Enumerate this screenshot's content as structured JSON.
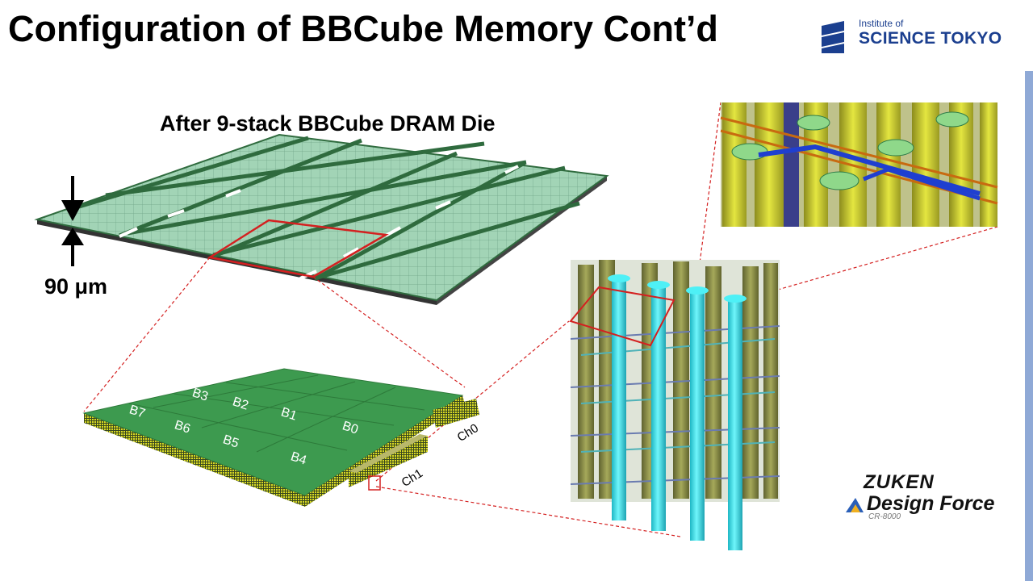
{
  "slide": {
    "title": "Configuration of BBCube Memory Cont’d",
    "logo_line1": "Institute of",
    "logo_line2": "SCIENCE TOKYO",
    "die_label": "After 9-stack BBCube DRAM Die",
    "thickness_label": "90 μm",
    "banks": [
      "B0",
      "B1",
      "B2",
      "B3",
      "B4",
      "B5",
      "B6",
      "B7"
    ],
    "channels": [
      "Ch0",
      "Ch1"
    ],
    "vendor_logo": "ZUKEN",
    "product_name": "Design Force",
    "product_sub": "CR-8000"
  },
  "colors": {
    "die_fill": "#9fd1b2",
    "die_border": "#2f6b3e",
    "highlight": "#d42020",
    "via": "#38e6ee",
    "wire_blue": "#1f3fd0",
    "wire_orange": "#c86a10",
    "logo_blue": "#1b3f8f",
    "bank_green": "#3d9a4f",
    "tsv_yellow": "#d9d923"
  }
}
